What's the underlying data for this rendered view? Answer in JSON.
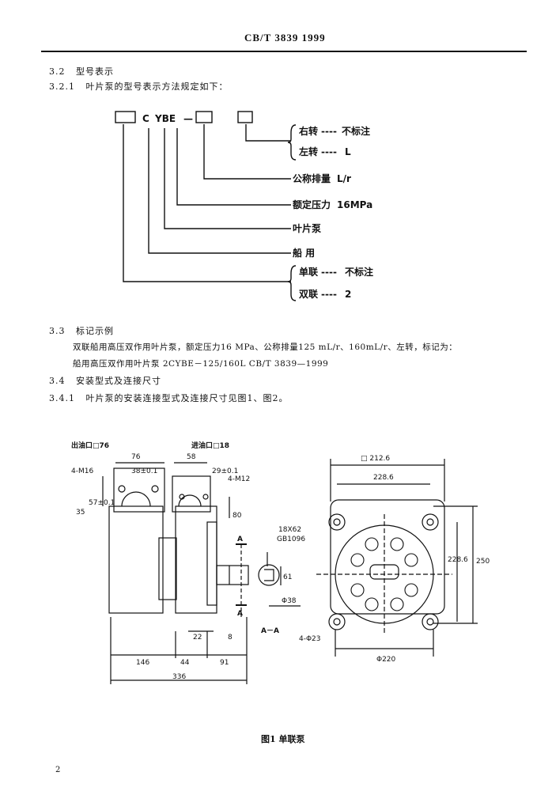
{
  "header": {
    "standard": "CB/T  3839  1999"
  },
  "s3_2": {
    "num": "3.2",
    "title": "型号表示"
  },
  "s3_2_1": {
    "num": "3.2.1",
    "text": "叶片泵的型号表示方法规定如下："
  },
  "model_code": {
    "pattern_c": "C",
    "pattern_ybe": "YBE",
    "pattern_dash": "—",
    "labels": {
      "rotation_right": "右转",
      "rotation_right_dash": "----",
      "rotation_right_val": "不标注",
      "rotation_left": "左转",
      "rotation_left_dash": "----",
      "rotation_left_val": "L",
      "displacement": "公称排量",
      "displacement_unit": "L/r",
      "pressure": "额定压力",
      "pressure_val": "16MPa",
      "vane_pump": "叶片泵",
      "marine": "船 用",
      "single": "单联",
      "single_dash": "----",
      "single_val": "不标注",
      "double": "双联",
      "double_dash": "----",
      "double_val": "2"
    }
  },
  "s3_3": {
    "num": "3.3",
    "title": "标记示例",
    "line1": "双联船用高压双作用叶片泵，额定压力16 MPa、公称排量125 mL/r、160mL/r、左转，标记为：",
    "line2": "船用高压双作用叶片泵   2CYBE－125/160L   CB/T 3839—1999"
  },
  "s3_4": {
    "num": "3.4",
    "title": "安装型式及连接尺寸"
  },
  "s3_4_1": {
    "num": "3.4.1",
    "text": "叶片泵的安装连接型式及连接尺寸见图1、图2。"
  },
  "figure": {
    "caption": "图1   单联泵",
    "dims": {
      "outlet_flange": "出油口□76",
      "inlet_flange": "进油口□18",
      "d76": "76",
      "d38": "38±0.1",
      "d58": "58",
      "d29": "29±0.1",
      "m16": "4-M16",
      "m12": "4-M12",
      "d57": "57±0.1",
      "d35": "35",
      "d80": "80",
      "key": "18X62",
      "key_std": "GB1096",
      "d61": "61",
      "shaft": "Φ38",
      "section_a": "A",
      "section_aa": "A－A",
      "d22": "22",
      "d8": "8",
      "d146": "146",
      "d44": "44",
      "d91": "91",
      "d336": "336",
      "sq212": "□ 212.6",
      "d228": "228.6",
      "d228v": "228.6",
      "d250": "250",
      "holes": "4-Φ23",
      "pilot": "Φ220"
    }
  },
  "page_num": "2"
}
